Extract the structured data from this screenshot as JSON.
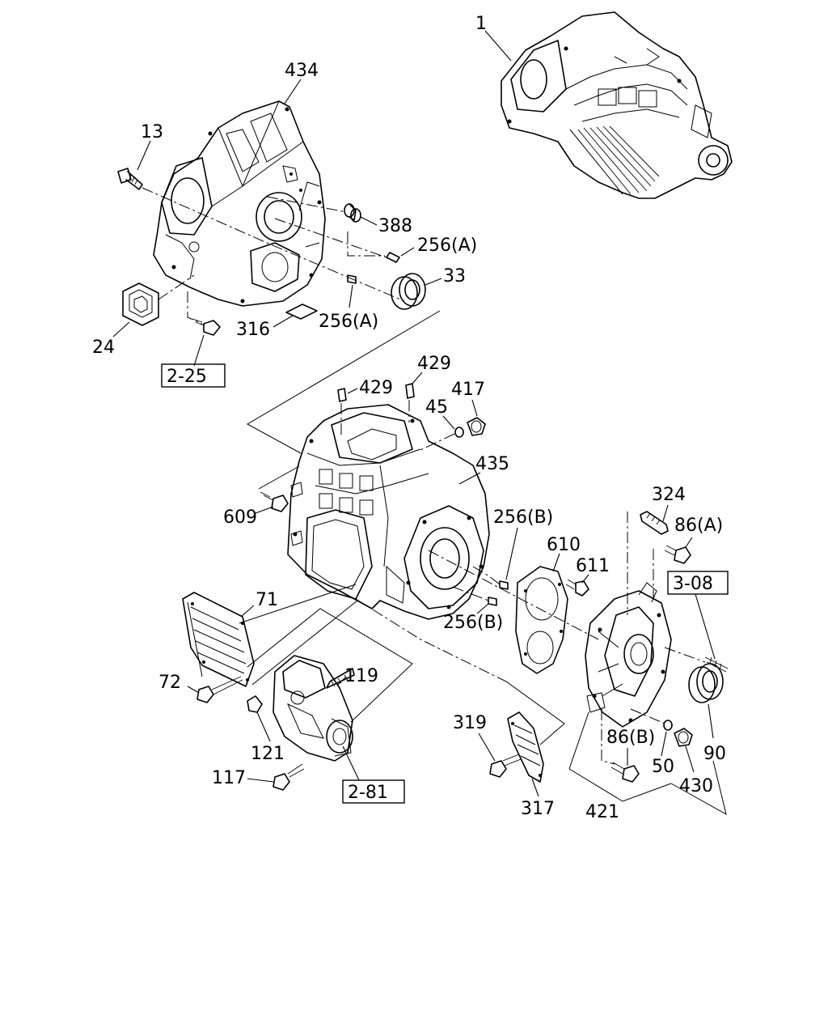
{
  "labels": {
    "p1": "1",
    "p434": "434",
    "p13": "13",
    "p388": "388",
    "p256a_1": "256(A)",
    "p33": "33",
    "p256a_2": "256(A)",
    "p316": "316",
    "p24": "24",
    "p429_1": "429",
    "p429_2": "429",
    "p417": "417",
    "p45": "45",
    "p435": "435",
    "p609": "609",
    "p256b_1": "256(B)",
    "p610": "610",
    "p611": "611",
    "p324": "324",
    "p86a": "86(A)",
    "p71": "71",
    "p119": "119",
    "p256b_2": "256(B)",
    "p72": "72",
    "p121": "121",
    "p117": "117",
    "p319": "319",
    "p317": "317",
    "p86b": "86(B)",
    "p50": "50",
    "p90": "90",
    "p430": "430",
    "p421": "421"
  },
  "refs": {
    "r225": "2-25",
    "r281": "2-81",
    "r308": "3-08"
  }
}
